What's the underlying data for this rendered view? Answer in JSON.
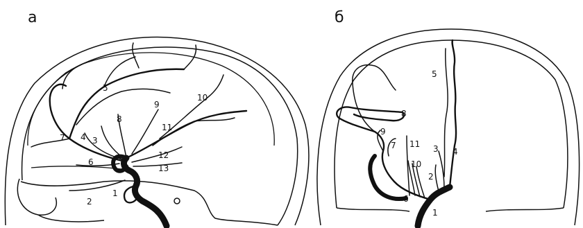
{
  "panels": [
    {
      "label": "а",
      "callouts": [
        "1",
        "2",
        "3",
        "4",
        "5",
        "6",
        "7",
        "8",
        "9",
        "10",
        "11",
        "12",
        "13"
      ]
    },
    {
      "label": "б",
      "callouts": [
        "1",
        "2",
        "3",
        "4",
        "5",
        "6",
        "7",
        "8",
        "9",
        "10",
        "11"
      ]
    }
  ],
  "colors": {
    "ink": "#111111",
    "background": "#ffffff"
  }
}
